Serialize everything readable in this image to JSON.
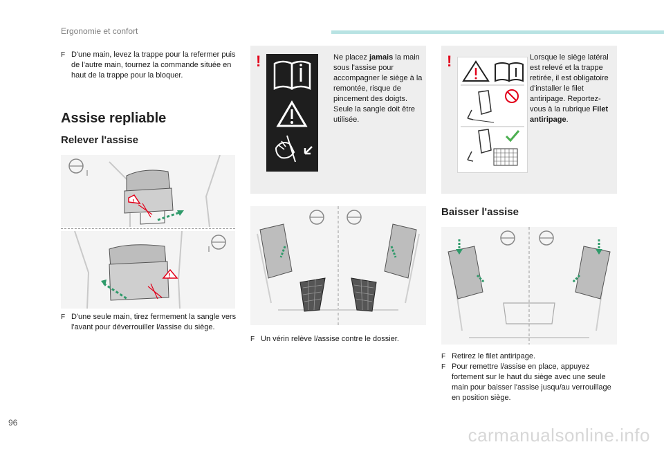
{
  "header": {
    "section": "Ergonomie et confort",
    "accent_color": "#b8e3e3"
  },
  "page_number": "96",
  "watermark": "carmanualsonline.info",
  "col1": {
    "intro_bullet": {
      "mark": "F",
      "text": "D'une main, levez la trappe pour la refermer puis de l'autre main, tournez la commande située en haut de la trappe pour la bloquer."
    },
    "title": "Assise repliable",
    "subtitle": "Relever l'assise",
    "bottom_bullet": {
      "mark": "F",
      "text": "D'une seule main, tirez fermement la sangle vers l'avant pour déverrouiller l/assise du siège."
    }
  },
  "col2": {
    "warning": {
      "mark": "!",
      "pre": "Ne placez ",
      "bold": "jamais",
      "post": " la main sous l'assise pour accompagner le siège à la remontée, risque de pincement des doigts. Seule la sangle doit être utilisée."
    },
    "bullet": {
      "mark": "F",
      "text": "Un vérin relève l/assise contre le dossier."
    }
  },
  "col3": {
    "warning": {
      "mark": "!",
      "pre": "Lorsque le siège latéral est relevé et la trappe retirée, il est obligatoire d'installer le filet antiripage. Reportez-vous à la rubrique ",
      "bold": "Filet antiripage",
      "post": "."
    },
    "subtitle": "Baisser l'assise",
    "bullets": [
      {
        "mark": "F",
        "text": "Retirez le filet antiripage."
      },
      {
        "mark": "F",
        "text": "Pour remettre l/assise en place, appuyez fortement sur le haut du siège avec une seule main pour baisser l'assise jusqu/au verrouillage en position siège."
      }
    ]
  },
  "colors": {
    "warning_red": "#e2001a",
    "arrow_green": "#2f9a6a",
    "ok_green": "#4caf50"
  }
}
